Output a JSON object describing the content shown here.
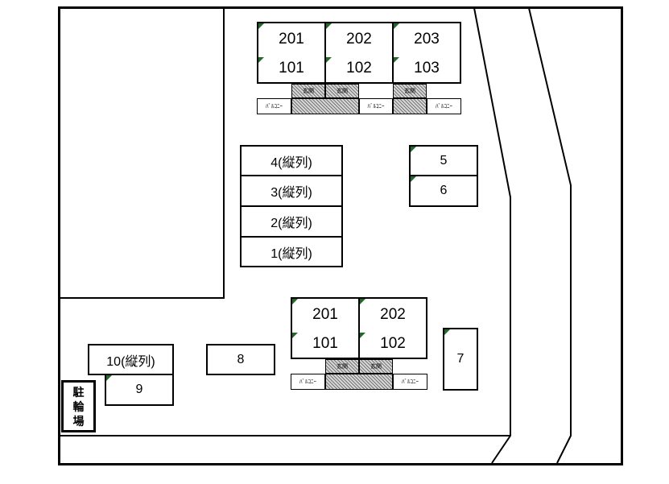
{
  "site": {
    "parking_label": [
      "駐",
      "輪",
      "場"
    ],
    "north_building": {
      "upper_units": [
        "201",
        "202",
        "203"
      ],
      "lower_units": [
        "101",
        "102",
        "103"
      ],
      "balcony_label": "ﾊﾞﾙｺﾆｰ",
      "entrance_label": "玄関"
    },
    "south_building": {
      "upper_units": [
        "201",
        "202"
      ],
      "lower_units": [
        "101",
        "102"
      ],
      "balcony_label": "ﾊﾞﾙｺﾆｰ",
      "entrance_label": "玄関"
    },
    "parking_spaces": {
      "p4": "4(縦列)",
      "p3": "3(縦列)",
      "p2": "2(縦列)",
      "p1": "1(縦列)",
      "p5": "5",
      "p6": "6",
      "p7": "7",
      "p8": "8",
      "p9": "9",
      "p10": "10(縦列)"
    }
  }
}
